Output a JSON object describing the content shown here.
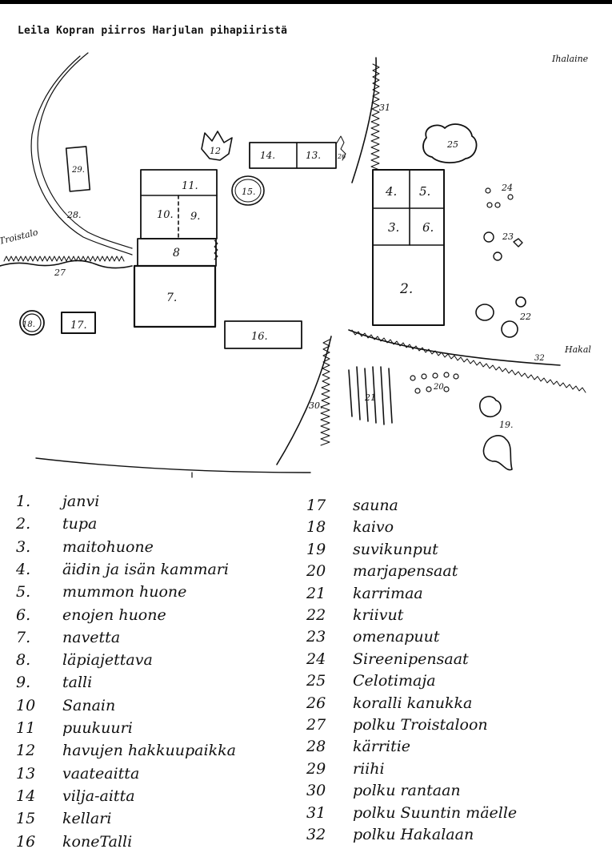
{
  "title": "Leila Kopran piirros Harjulan pihapiiristä",
  "map": {
    "compass_labels": {
      "ihalainen": "Ihalaine",
      "troistalo": "Troistalo",
      "hakal": "Hakal"
    },
    "buildings": {
      "b2": "2.",
      "b4": "4.",
      "b5": "5.",
      "b3": "3.",
      "b6": "6.",
      "b7": "7.",
      "b8": "8",
      "b9": "9.",
      "b10": "10.",
      "b11": "11.",
      "b12": "12",
      "b13": "13.",
      "b14": "14.",
      "b15": "15.",
      "b16": "16.",
      "b17": "17.",
      "b18": "18.",
      "b19": "19.",
      "b20": "20",
      "b21": "21",
      "b22": "22",
      "b23": "23",
      "b24": "24",
      "b25": "25",
      "b26": "26",
      "b27": "27",
      "b28": "28.",
      "b29": "29.",
      "b30": "30.",
      "b31": "31",
      "b32": "32"
    }
  },
  "legend_left": [
    {
      "num": "1.",
      "label": "janvi"
    },
    {
      "num": "2.",
      "label": "tupa"
    },
    {
      "num": "3.",
      "label": "maitohuone"
    },
    {
      "num": "4.",
      "label": "äidin ja isän kammari"
    },
    {
      "num": "5.",
      "label": "mummon huone"
    },
    {
      "num": "6.",
      "label": "enojen huone"
    },
    {
      "num": "7.",
      "label": "navetta"
    },
    {
      "num": "8.",
      "label": "läpiajettava"
    },
    {
      "num": "9.",
      "label": "talli"
    },
    {
      "num": "10",
      "label": "Sanain"
    },
    {
      "num": "11",
      "label": "puukuuri"
    },
    {
      "num": "12",
      "label": "havujen hakkuupaikka"
    },
    {
      "num": "13",
      "label": "vaateaitta"
    },
    {
      "num": "14",
      "label": "vilja-aitta"
    },
    {
      "num": "15",
      "label": "kellari"
    },
    {
      "num": "16",
      "label": "koneTalli"
    }
  ],
  "legend_right": [
    {
      "num": "17",
      "label": "sauna"
    },
    {
      "num": "18",
      "label": "kaivo"
    },
    {
      "num": "19",
      "label": "suvikunput"
    },
    {
      "num": "20",
      "label": "marjapensaat"
    },
    {
      "num": "21",
      "label": "karrimaa"
    },
    {
      "num": "22",
      "label": "kriivut"
    },
    {
      "num": "23",
      "label": "omenapuut"
    },
    {
      "num": "24",
      "label": "Sireenipensaat"
    },
    {
      "num": "25",
      "label": "Celotimaja"
    },
    {
      "num": "26",
      "label": "koralli kanukka"
    },
    {
      "num": "27",
      "label": "polku Troistaloon"
    },
    {
      "num": "28",
      "label": "kärritie"
    },
    {
      "num": "29",
      "label": "riihi"
    },
    {
      "num": "30",
      "label": "polku rantaan"
    },
    {
      "num": "31",
      "label": "polku Suuntin mäelle"
    },
    {
      "num": "32",
      "label": "polku Hakalaan"
    }
  ]
}
